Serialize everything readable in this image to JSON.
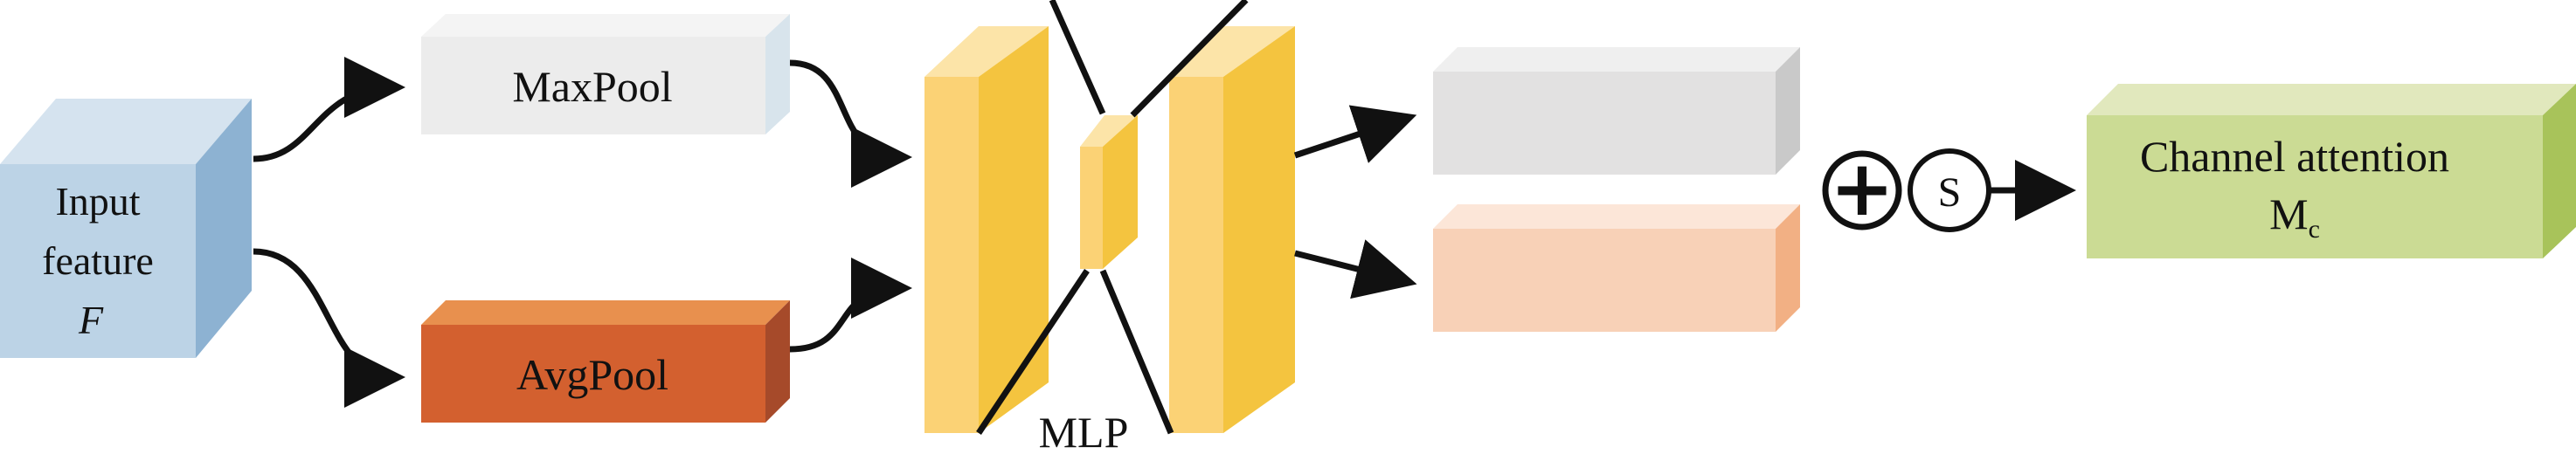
{
  "input": {
    "line1": "Input",
    "line2": "feature",
    "symbol": "F"
  },
  "maxpool": {
    "label": "MaxPool"
  },
  "avgpool": {
    "label": "AvgPool"
  },
  "mlp": {
    "label": "MLP"
  },
  "ops": {
    "add_symbol": "+",
    "sigmoid_symbol": "S"
  },
  "output": {
    "line1": "Channel attention",
    "symbol_main": "M",
    "symbol_sub": "c"
  },
  "colors": {
    "input_front": "#bcd3e6",
    "input_top": "#d5e3ef",
    "input_side": "#8db2d2",
    "maxpool_front": "#ececec",
    "maxpool_top": "#f4f4f4",
    "maxpool_side": "#d8e4ec",
    "avgpool_front": "#d3602f",
    "avgpool_top": "#e8904e",
    "avgpool_side": "#a64a2a",
    "mlp_front": "#fbd275",
    "mlp_side": "#f4c43f",
    "mlp_top": "#fce4a8",
    "gray_out_front": "#e2e1e1",
    "gray_out_top": "#efefef",
    "gray_out_side": "#c9c9c9",
    "peach_out_front": "#f8d1b7",
    "peach_out_top": "#fce6d8",
    "peach_out_side": "#f2b084",
    "output_front": "#cbdb94",
    "output_top": "#e1e8bd",
    "output_side": "#a8c35a",
    "stroke": "#111111"
  }
}
